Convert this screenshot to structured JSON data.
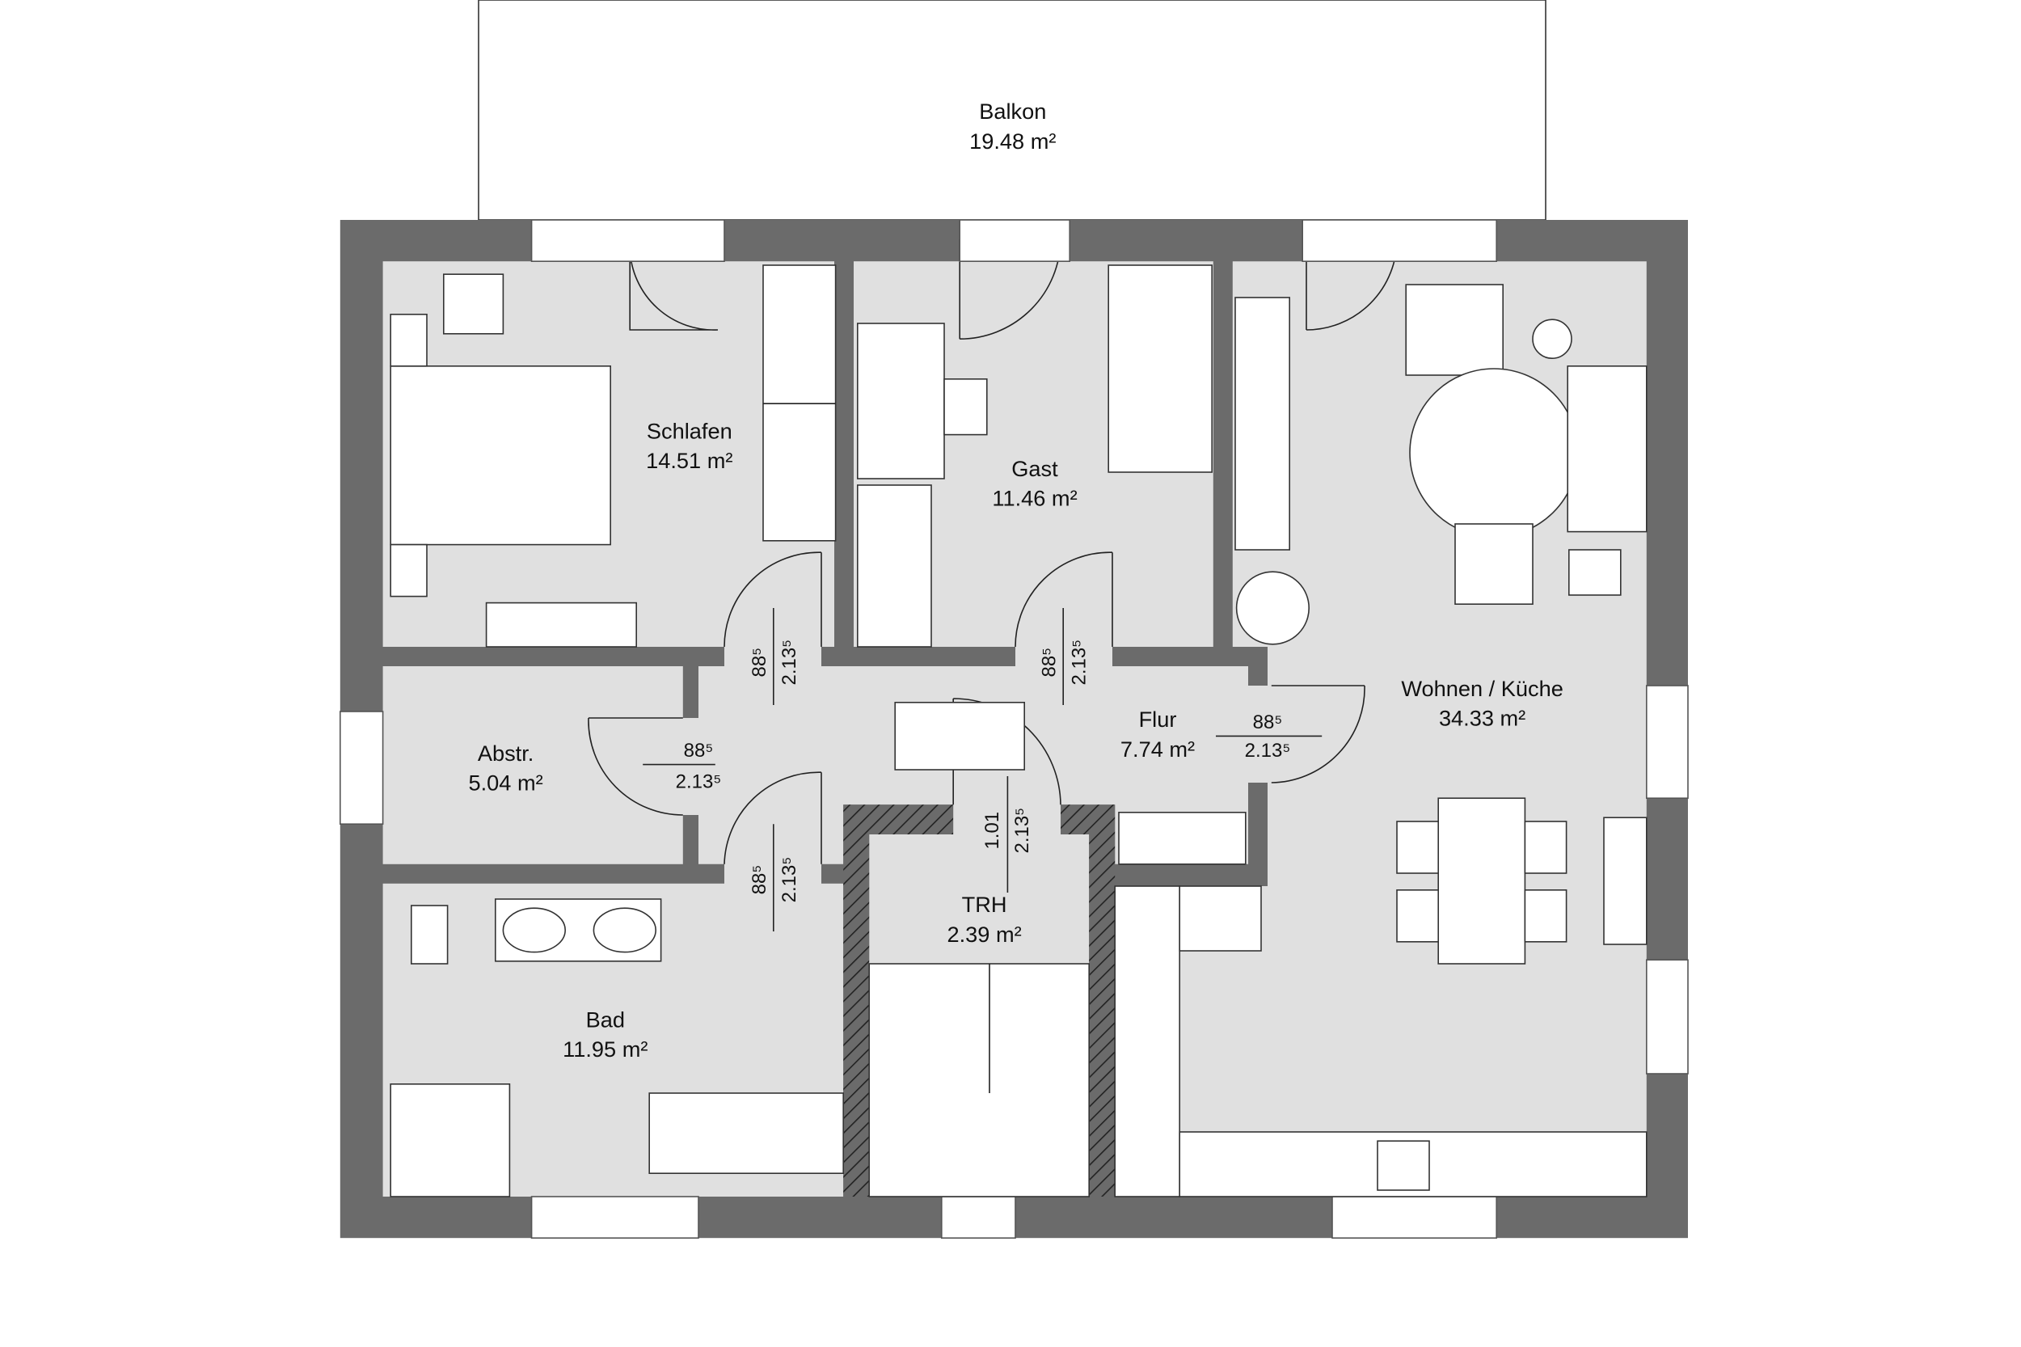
{
  "rooms": {
    "balkon": {
      "name": "Balkon",
      "area": "19.48 m²"
    },
    "schlafen": {
      "name": "Schlafen",
      "area": "14.51 m²"
    },
    "gast": {
      "name": "Gast",
      "area": "11.46 m²"
    },
    "wohnen": {
      "name": "Wohnen / Küche",
      "area": "34.33 m²"
    },
    "abstr": {
      "name": "Abstr.",
      "area": "5.04 m²"
    },
    "flur": {
      "name": "Flur",
      "area": "7.74 m²"
    },
    "trh": {
      "name": "TRH",
      "area": "2.39 m²"
    },
    "bad": {
      "name": "Bad",
      "area": "11.95 m²"
    }
  },
  "doors": {
    "width_885": "88⁵",
    "width_101": "1.01",
    "height": "2.13⁵"
  },
  "colors": {
    "wall": "#6b6b6b",
    "room": "#e0e0e0"
  }
}
